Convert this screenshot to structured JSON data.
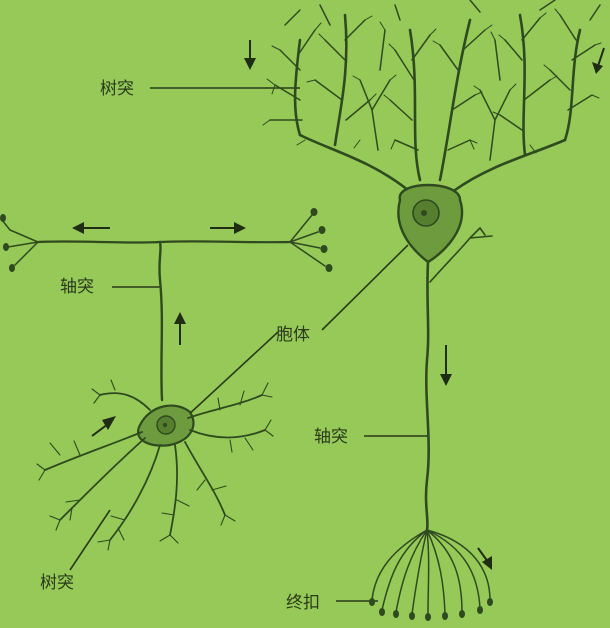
{
  "colors": {
    "background": "#96c957",
    "neuron_stroke": "#2f4a1f",
    "soma_fill": "#6f9b3f",
    "nucleus_fill": "#557f2e",
    "leader_line": "#2a3a1a"
  },
  "labels": {
    "dendrite_top": "树突",
    "axon_left": "轴突",
    "cell_body": "胞体",
    "axon_right": "轴突",
    "dendrite_bottom": "树突",
    "terminal_bouton": "终扣"
  }
}
